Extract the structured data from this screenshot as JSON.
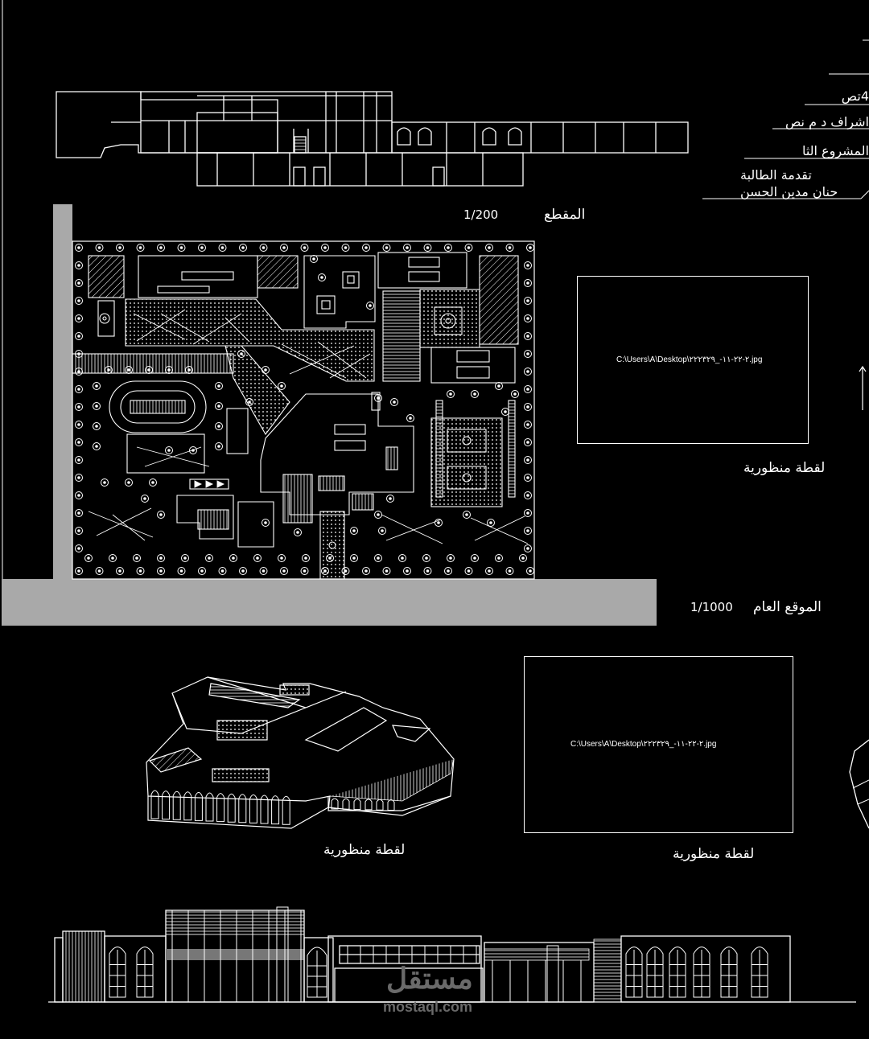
{
  "title_block": {
    "line1": "4تص",
    "line2": "اشراف د م نص",
    "line3": "المشروع الثا",
    "student_label": "تقدمة الطالبة",
    "student_name": "حنان مدين الحسن"
  },
  "section": {
    "title": "المقطع",
    "scale": "1/200"
  },
  "site_plan": {
    "title": "الموقع العام",
    "scale": "1/1000"
  },
  "perspective_1": {
    "caption": "لقطة منظورية",
    "image_path": "C:\\Users\\A\\Desktop\\٢-٢٢-١١-_٢٢٢٣٢٩.jpg"
  },
  "perspective_2": {
    "caption": "لقطة منظورية"
  },
  "perspective_3": {
    "caption": "لقطة منظورية",
    "image_path": "C:\\Users\\A\\Desktop\\٢-٢٢-١١-_٢٢٢٣٢٩.jpg"
  },
  "watermark": {
    "arabic": "مستقل",
    "latin": "mostaql.com"
  },
  "colors": {
    "background": "#000000",
    "line": "#ffffff",
    "sheet_border": "#b0b0b0",
    "watermark": "#6a6a6a"
  }
}
